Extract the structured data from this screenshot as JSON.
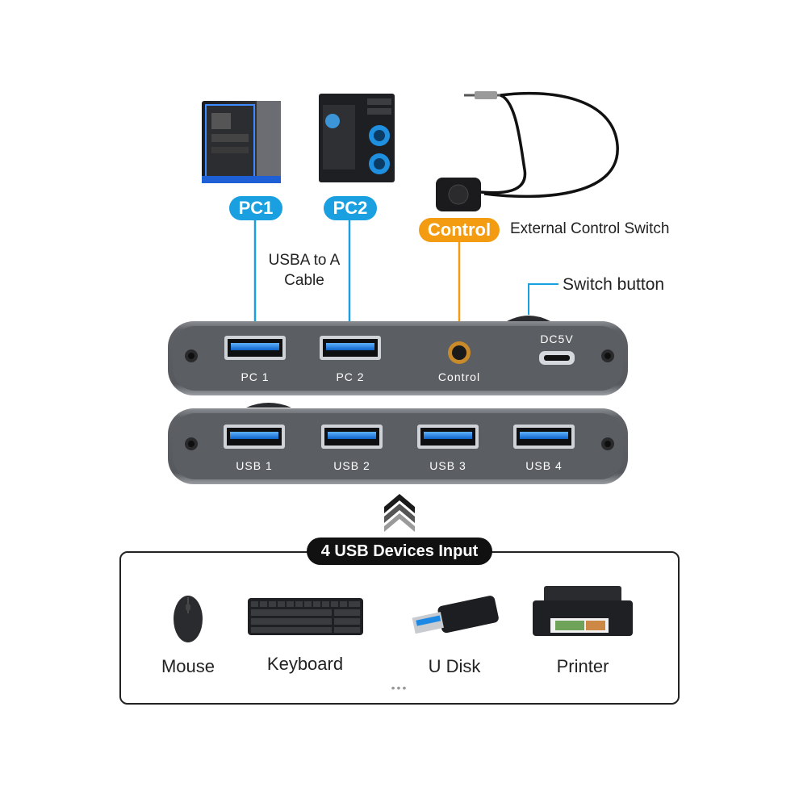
{
  "top": {
    "pc1_tag": "PC1",
    "pc2_tag": "PC2",
    "control_tag": "Control",
    "cable_label_line1": "USBA to A",
    "cable_label_line2": "Cable",
    "external_switch_label": "External Control Switch",
    "switch_button_label": "Switch button"
  },
  "front_panel": {
    "port1_label": "PC 1",
    "port2_label": "PC 2",
    "control_port_label": "Control",
    "power_label": "DC5V"
  },
  "rear_panel": {
    "ports": [
      "USB 1",
      "USB 2",
      "USB 3",
      "USB 4"
    ]
  },
  "devices": {
    "badge": "4 USB Devices Input",
    "items": [
      "Mouse",
      "Keyboard",
      "U Disk",
      "Printer"
    ],
    "more": "•••"
  },
  "colors": {
    "pc_accent": "#1aa0e0",
    "control_accent": "#f39c12",
    "panel": "#5e6064",
    "usb_blue": "#1e88e5"
  }
}
